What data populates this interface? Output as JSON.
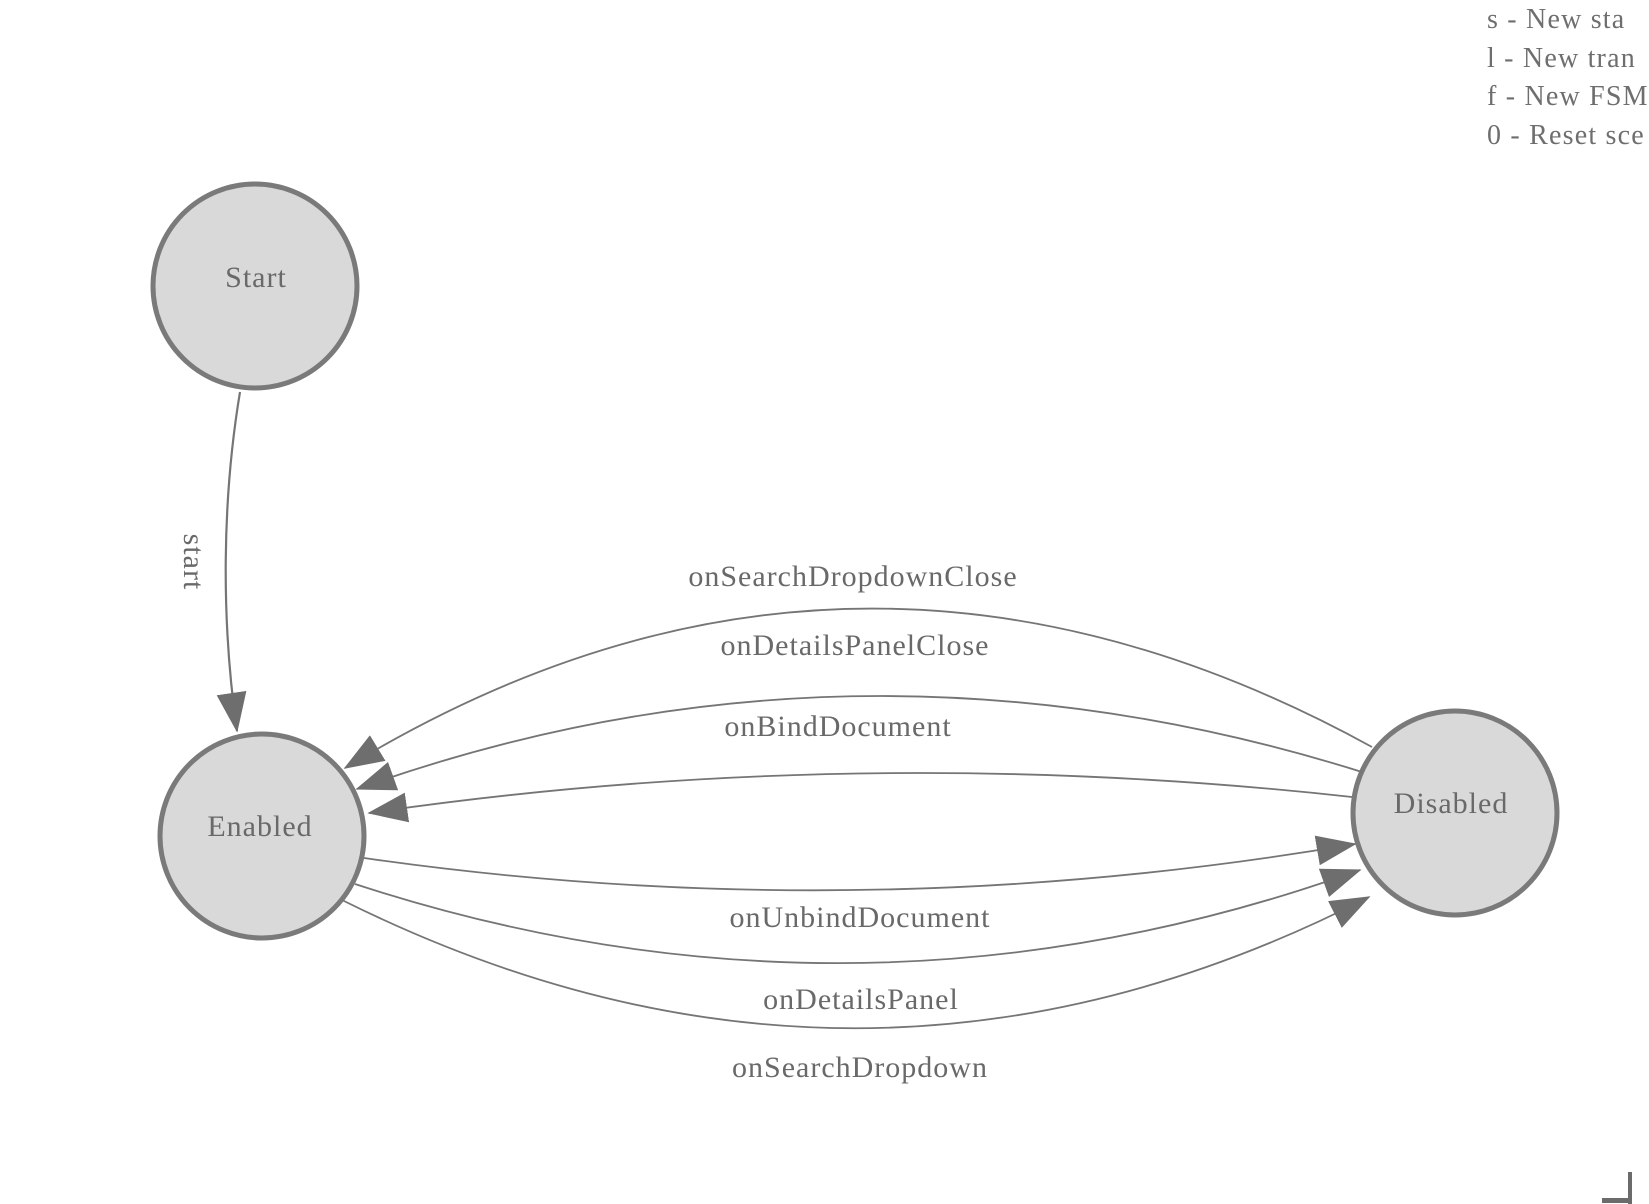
{
  "legend": {
    "items": [
      "s - New sta",
      "l - New tran",
      "f - New FSM",
      "0 - Reset sce"
    ]
  },
  "fsm": {
    "states": [
      {
        "label": "Start"
      },
      {
        "label": "Enabled"
      },
      {
        "label": "Disabled"
      }
    ],
    "transitions": [
      {
        "label": "start",
        "from": "Start",
        "to": "Enabled"
      },
      {
        "label": "onSearchDropdownClose",
        "from": "Disabled",
        "to": "Enabled"
      },
      {
        "label": "onDetailsPanelClose",
        "from": "Disabled",
        "to": "Enabled"
      },
      {
        "label": "onBindDocument",
        "from": "Disabled",
        "to": "Enabled"
      },
      {
        "label": "onUnbindDocument",
        "from": "Enabled",
        "to": "Disabled"
      },
      {
        "label": "onDetailsPanel",
        "from": "Enabled",
        "to": "Disabled"
      },
      {
        "label": "onSearchDropdown",
        "from": "Enabled",
        "to": "Disabled"
      }
    ],
    "colors": {
      "state_fill": "#d9d9d9",
      "state_stroke": "#7a7a7a",
      "edge_stroke": "#757575",
      "arrow_fill": "#6e6e6e",
      "label_text": "#696969",
      "legend_text": "#6e6e6e"
    }
  }
}
